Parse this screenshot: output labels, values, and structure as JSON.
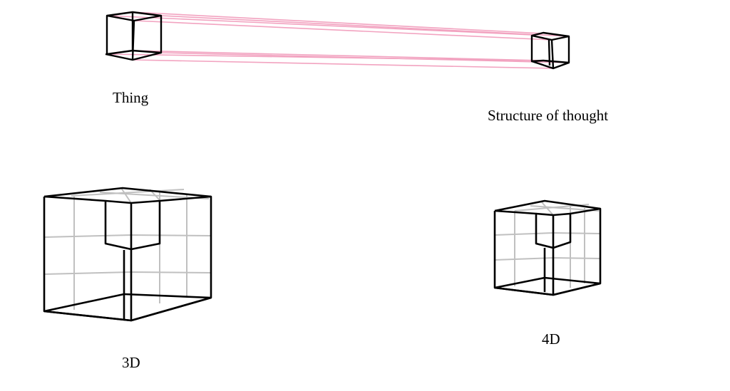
{
  "labels": {
    "thing": "Thing",
    "structure": "Structure of thought",
    "three_d": "3D",
    "four_d": "4D"
  },
  "colors": {
    "background": "#ffffff",
    "frame": "#000000",
    "grid": "#c0c0c0",
    "projection": "#f2a3c0"
  }
}
